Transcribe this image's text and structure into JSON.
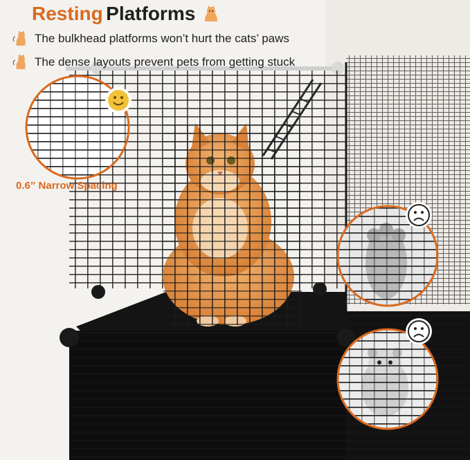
{
  "header": {
    "title_accent": "Resting",
    "title_rest": "Platforms"
  },
  "bullets": [
    {
      "text": "The bulkhead platforms won’t hurt the cats’ paws",
      "icon": "cat-paw-icon"
    },
    {
      "text": "The dense layouts prevent pets from getting stuck",
      "icon": "cat-paw-icon"
    }
  ],
  "callouts": {
    "spacing_label": "0.6” Narrow Spacing"
  },
  "colors": {
    "accent": "#d96a1f",
    "cage": "#1b1b1b",
    "panel": "#0e0e0e",
    "cat": "#e7954a",
    "face_happy": "#f2c23a"
  }
}
